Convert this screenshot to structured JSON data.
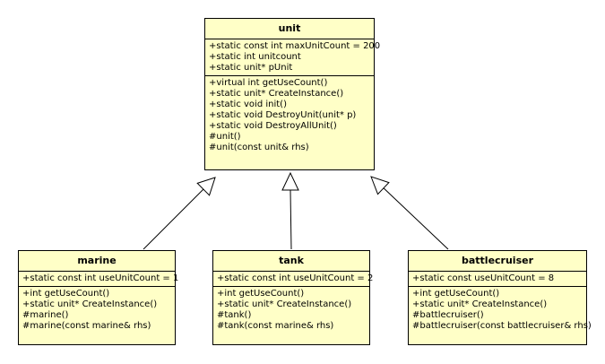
{
  "classes": {
    "unit": {
      "name": "unit",
      "attributes": [
        "+static const int maxUnitCount = 200",
        "+static int unitcount",
        "+static unit* pUnit"
      ],
      "operations": [
        "+virtual int getUseCount()",
        "+static unit* CreateInstance()",
        "+static void init()",
        "+static void DestroyUnit(unit* p)",
        "+static void DestroyAllUnit()",
        "#unit()",
        "#unit(const unit& rhs)"
      ]
    },
    "marine": {
      "name": "marine",
      "attributes": [
        "+static const int useUnitCount = 1"
      ],
      "operations": [
        "+int getUseCount()",
        "+static unit* CreateInstance()",
        "#marine()",
        "#marine(const marine& rhs)"
      ]
    },
    "tank": {
      "name": "tank",
      "attributes": [
        "+static const int useUnitCount = 2"
      ],
      "operations": [
        "+int getUseCount()",
        "+static unit* CreateInstance()",
        "#tank()",
        "#tank(const marine& rhs)"
      ]
    },
    "battlecruiser": {
      "name": "battlecruiser",
      "attributes": [
        "+static const useUnitCount = 8"
      ],
      "operations": [
        "+int getUseCount()",
        "+static unit* CreateInstance()",
        "#battlecruiser()",
        "#battlecruiser(const battlecruiser& rhs)"
      ]
    }
  },
  "relations": [
    {
      "from": "marine",
      "to": "unit",
      "type": "generalization"
    },
    {
      "from": "tank",
      "to": "unit",
      "type": "generalization"
    },
    {
      "from": "battlecruiser",
      "to": "unit",
      "type": "generalization"
    }
  ],
  "colors": {
    "class_fill": "#ffffc7",
    "stroke": "#000000"
  }
}
